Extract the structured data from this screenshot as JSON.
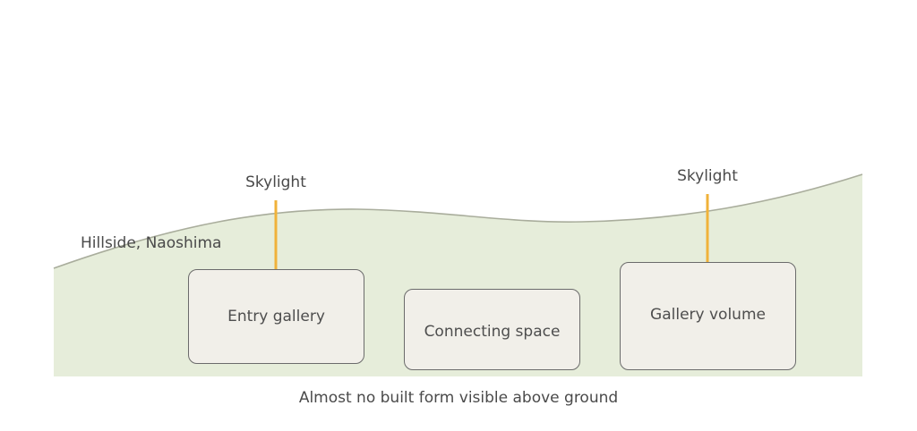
{
  "colors": {
    "ground_fill": "#e6edda",
    "ground_line": "#a9ad9c",
    "room_fill": "#f1efe9",
    "room_border": "#6b6b6b",
    "skylight": "#f0b23a",
    "text": "#4a4a4a"
  },
  "site_label": "Hillside, Naoshima",
  "rooms": [
    {
      "label": "Entry gallery"
    },
    {
      "label": "Connecting space"
    },
    {
      "label": "Gallery volume"
    }
  ],
  "skylights": [
    {
      "label": "Skylight"
    },
    {
      "label": "Skylight"
    }
  ],
  "caption": "Almost no built form visible above ground"
}
